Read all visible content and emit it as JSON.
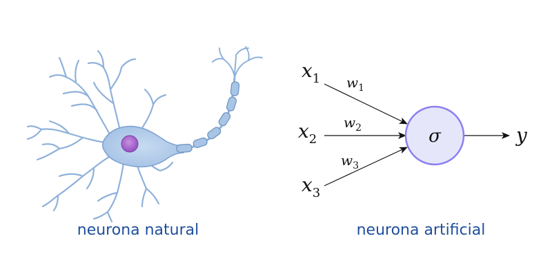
{
  "captions": {
    "natural": "neurona natural",
    "artificial": "neurona artificial"
  },
  "perceptron": {
    "inputs": [
      {
        "symbol": "x",
        "index": "1"
      },
      {
        "symbol": "x",
        "index": "2"
      },
      {
        "symbol": "x",
        "index": "3"
      }
    ],
    "weights": [
      {
        "symbol": "w",
        "index": "1"
      },
      {
        "symbol": "w",
        "index": "2"
      },
      {
        "symbol": "w",
        "index": "3"
      }
    ],
    "activation": "σ",
    "output": "y"
  },
  "colors": {
    "caption": "#1f4e9c",
    "node_fill": "#e6e6fb",
    "node_stroke": "#8a7ff0",
    "neuron_body": "#a9c5e6",
    "neuron_outline": "#6e95c4",
    "nucleus": "#a060c8"
  }
}
